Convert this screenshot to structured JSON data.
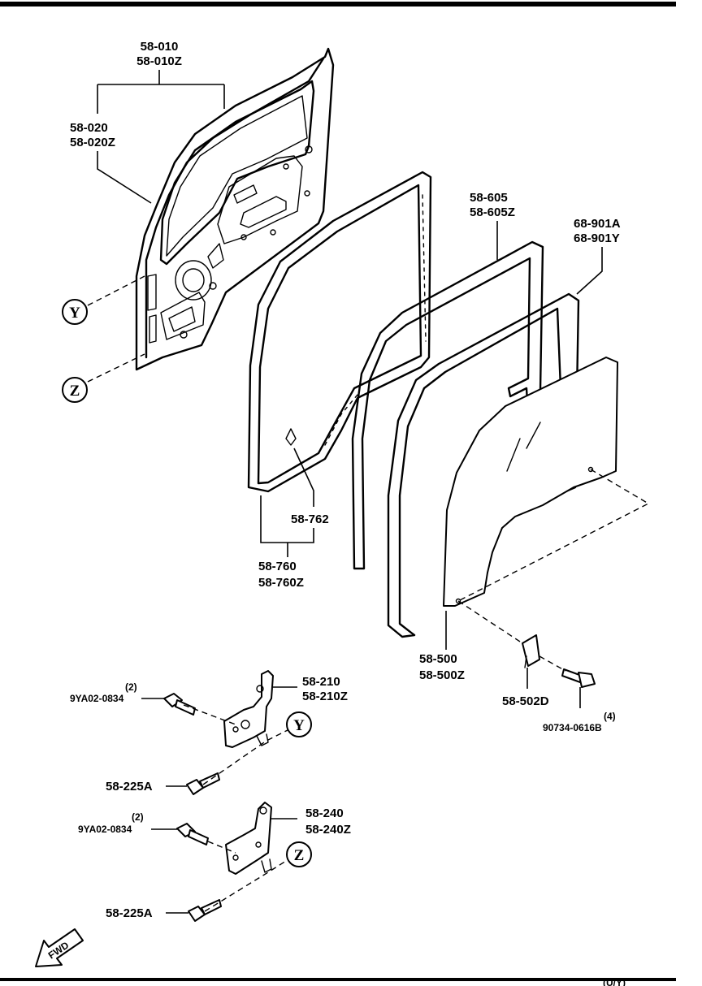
{
  "labels": {
    "p58_010": "58-010",
    "p58_010z": "58-010Z",
    "p58_020": "58-020",
    "p58_020z": "58-020Z",
    "p58_605": "58-605",
    "p58_605z": "58-605Z",
    "p68_901a": "68-901A",
    "p68_901y": "68-901Y",
    "p58_762": "58-762",
    "p58_760": "58-760",
    "p58_760z": "58-760Z",
    "p58_500": "58-500",
    "p58_500z": "58-500Z",
    "p58_502d": "58-502D",
    "p90734_qty": "(4)",
    "p90734": "90734-0616B",
    "p58_210": "58-210",
    "p58_210z": "58-210Z",
    "p9ya02_qty_1": "(2)",
    "p9ya02_1": "9YA02-0834",
    "p58_225a_1": "58-225A",
    "p58_240": "58-240",
    "p58_240z": "58-240Z",
    "p9ya02_qty_2": "(2)",
    "p9ya02_2": "9YA02-0834",
    "p58_225a_2": "58-225A"
  },
  "callouts": {
    "y": "Y",
    "z": "Z"
  },
  "fwd": "FWD",
  "footer_code": "(U/Y)"
}
